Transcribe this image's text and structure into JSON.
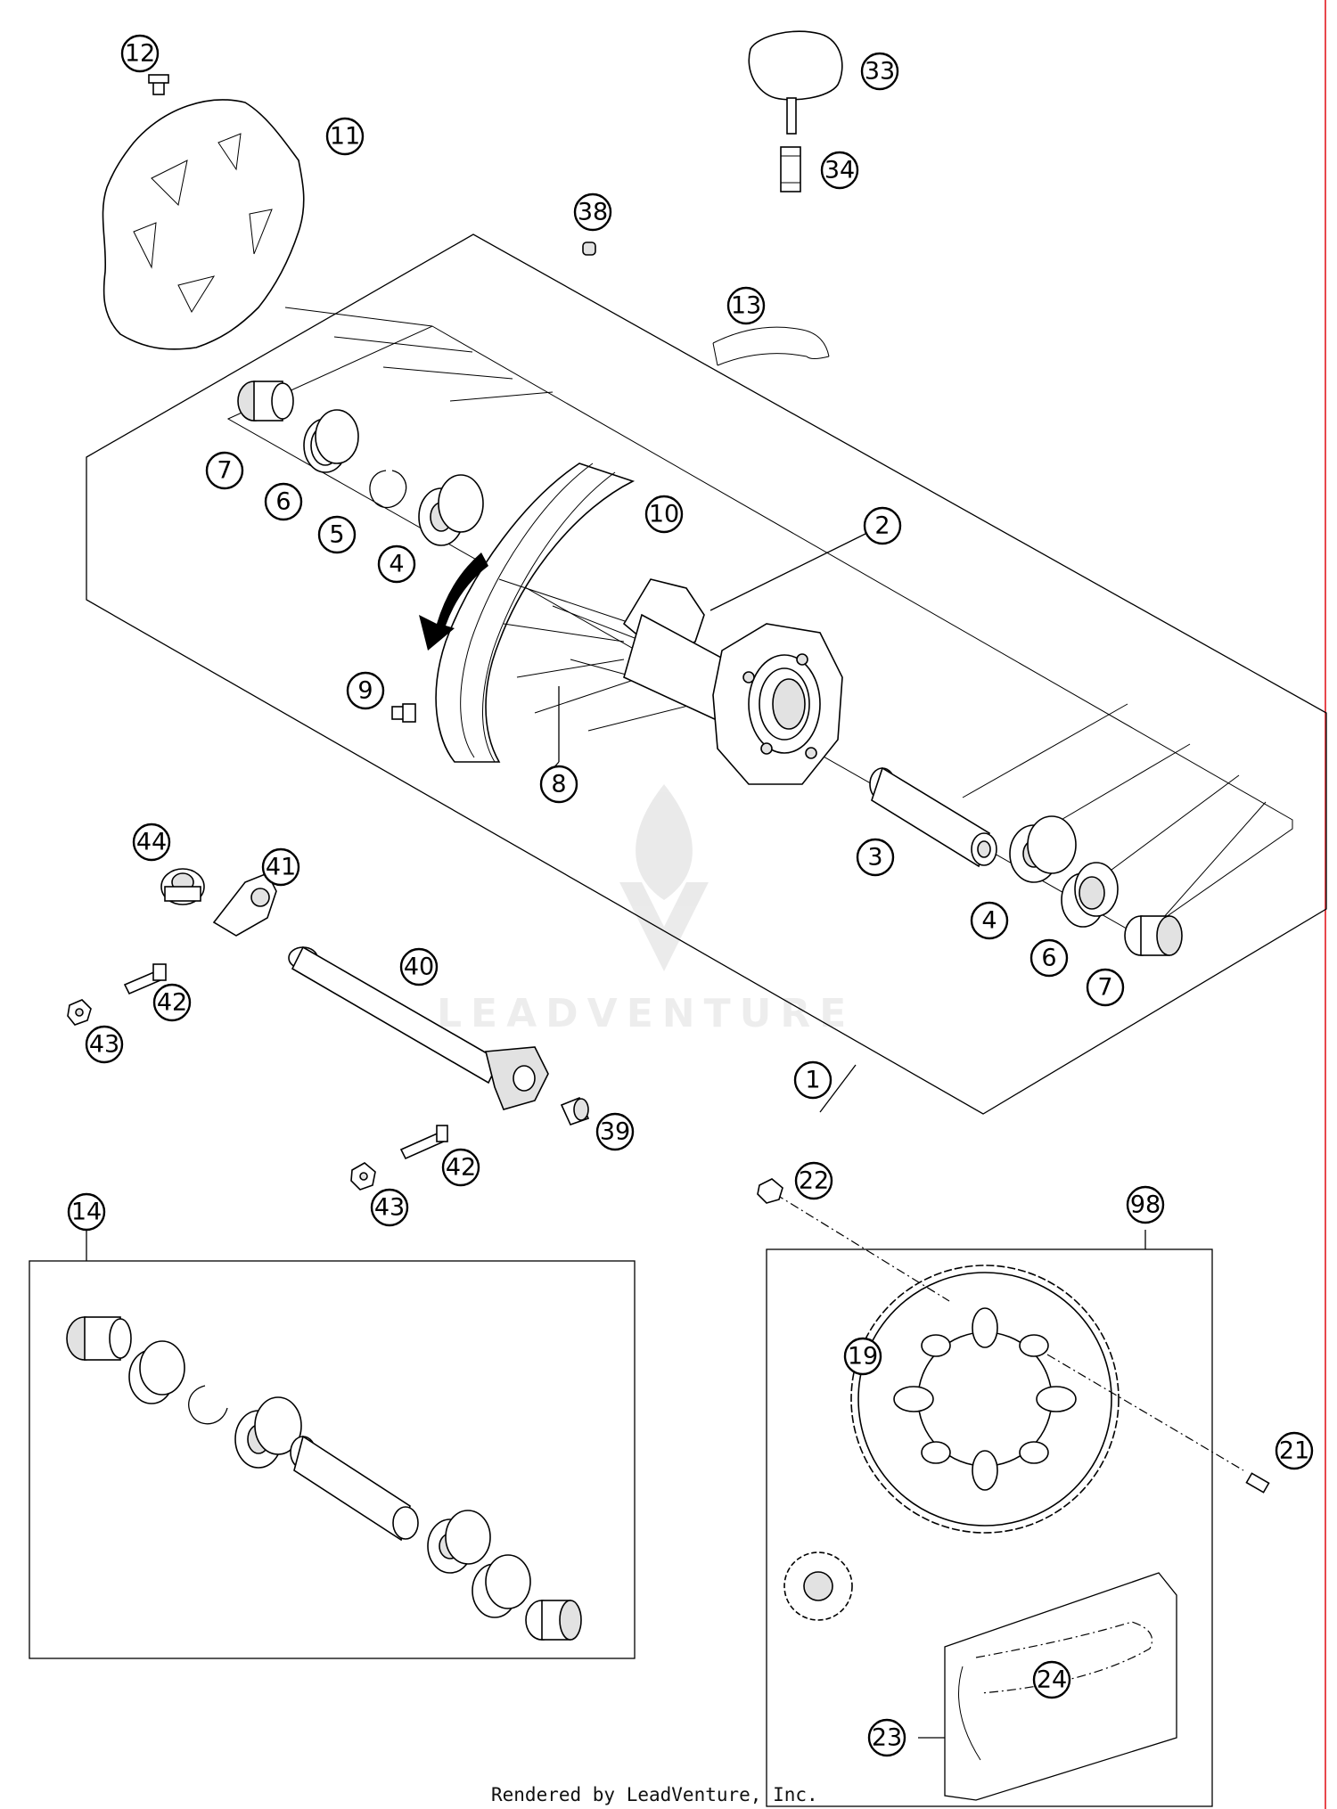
{
  "title": "",
  "footer": "Rendered by LeadVenture, Inc.",
  "watermark": "LEADVENTURE",
  "colors": {
    "line": "#000000",
    "accent_rule": "#e8484d",
    "watermark": "#d9d9d9"
  },
  "callouts": [
    "1",
    "2",
    "3",
    "4",
    "4",
    "5",
    "6",
    "6",
    "7",
    "7",
    "8",
    "9",
    "10",
    "11",
    "12",
    "13",
    "14",
    "19",
    "21",
    "22",
    "23",
    "24",
    "33",
    "34",
    "38",
    "39",
    "40",
    "41",
    "42",
    "42",
    "43",
    "43",
    "44",
    "98"
  ]
}
